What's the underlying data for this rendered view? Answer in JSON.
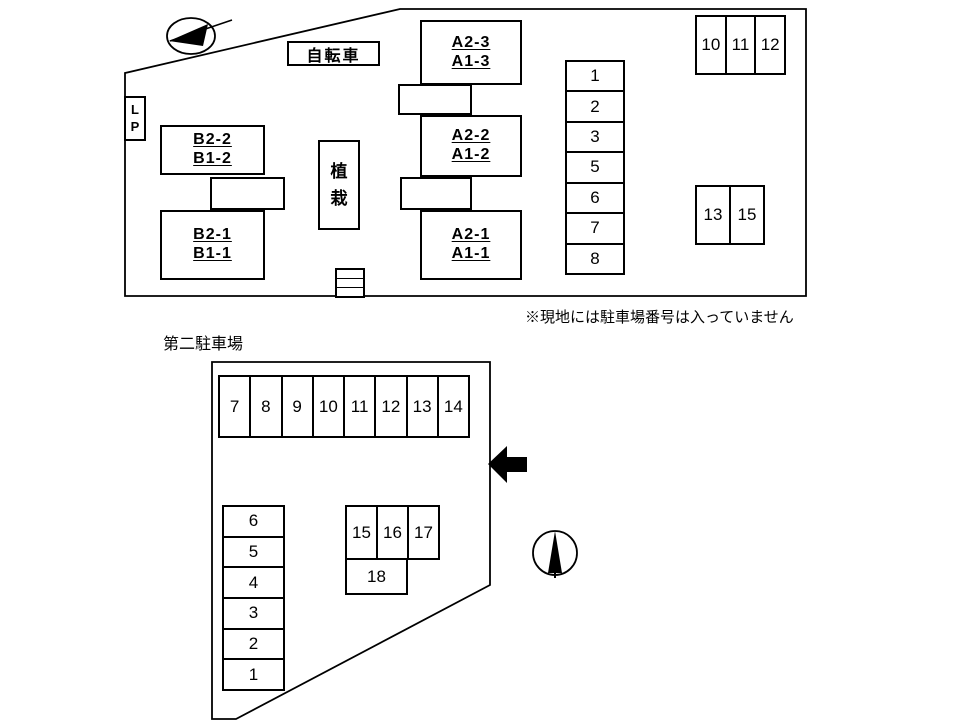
{
  "page": {
    "background_color": "#ffffff",
    "line_color": "#000000"
  },
  "lot1": {
    "bicycle_label": "自転車",
    "lp_label_line1": "L",
    "lp_label_line2": "P",
    "planting_line1": "植",
    "planting_line2": "栽",
    "buildings": {
      "b_upper": {
        "line1": "B2-2",
        "line2": "B1-2"
      },
      "b_lower": {
        "line1": "B2-1",
        "line2": "B1-1"
      },
      "a_top": {
        "line1": "A2-3",
        "line2": "A1-3"
      },
      "a_mid": {
        "line1": "A2-2",
        "line2": "A1-2"
      },
      "a_bottom": {
        "line1": "A2-1",
        "line2": "A1-1"
      }
    },
    "spaces_column": [
      "1",
      "2",
      "3",
      "5",
      "6",
      "7",
      "8"
    ],
    "spaces_top_right": [
      "10",
      "11",
      "12"
    ],
    "spaces_mid_right": [
      "13",
      "15"
    ]
  },
  "note": "※現地には駐車場番号は入っていません",
  "lot2": {
    "title": "第二駐車場",
    "spaces_top_row": [
      "7",
      "8",
      "9",
      "10",
      "11",
      "12",
      "13",
      "14"
    ],
    "spaces_left_column": [
      "6",
      "5",
      "4",
      "3",
      "2",
      "1"
    ],
    "spaces_mid_row": [
      "15",
      "16",
      "17"
    ],
    "space_single": "18"
  },
  "icons": {
    "compass_top": "north-arrow-circle-left",
    "compass_bottom": "north-arrow-circle-up",
    "direction_arrow": "left-block-arrow"
  }
}
